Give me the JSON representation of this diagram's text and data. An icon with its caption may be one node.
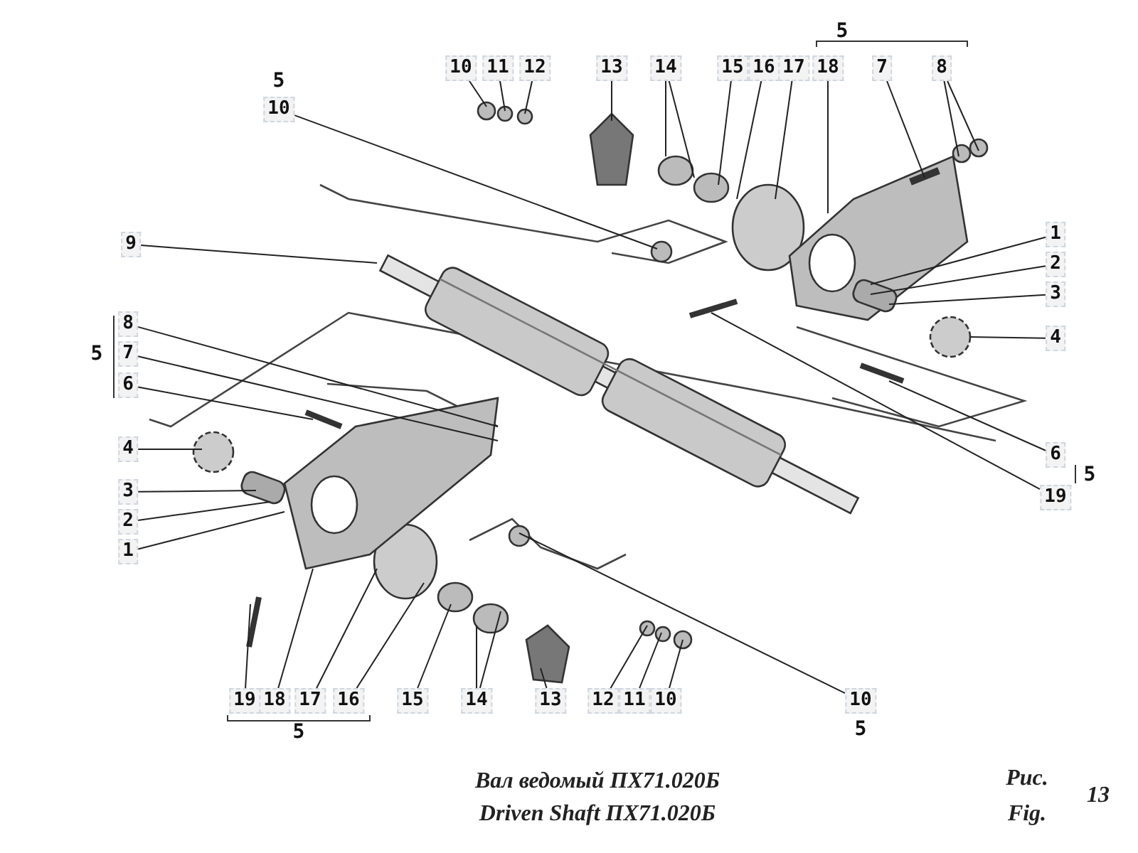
{
  "diagram": {
    "title": "Вал ведомый ПХ71.020Б",
    "caption": "Driven Shaft ПХ71.020Б",
    "nodes": [
      {
        "text": [
          "10"
        ],
        "beside": [
          "5"
        ]
      },
      {
        "text": [
          "10"
        ]
      },
      {
        "text": [
          "11"
        ]
      },
      {
        "text": [
          "12"
        ]
      },
      {
        "text": [
          "13"
        ]
      },
      {
        "text": [
          "14"
        ]
      },
      {
        "text": [
          "15"
        ]
      },
      {
        "text": [
          "16"
        ]
      },
      {
        "text": [
          "17"
        ]
      },
      {
        "text": [
          "18"
        ]
      },
      {
        "text": [
          "7"
        ]
      },
      {
        "text": [
          "8"
        ]
      },
      {
        "text": [
          "9"
        ]
      },
      {
        "text": [
          "1"
        ]
      },
      {
        "text": [
          "2"
        ]
      },
      {
        "text": [
          "3"
        ]
      },
      {
        "text": [
          "4"
        ]
      },
      {
        "text": [
          "8"
        ]
      },
      {
        "text": [
          "7"
        ]
      },
      {
        "text": [
          "6"
        ]
      },
      {
        "text": [
          "4"
        ]
      },
      {
        "text": [
          "3"
        ]
      },
      {
        "text": [
          "2"
        ]
      },
      {
        "text": [
          "1"
        ]
      },
      {
        "text": [
          "6"
        ]
      },
      {
        "text": [
          "19"
        ]
      },
      {
        "text": [
          "19"
        ]
      },
      {
        "text": [
          "18"
        ]
      },
      {
        "text": [
          "17"
        ]
      },
      {
        "text": [
          "16"
        ]
      },
      {
        "text": [
          "15"
        ]
      },
      {
        "text": [
          "14"
        ]
      },
      {
        "text": [
          "13"
        ]
      },
      {
        "text": [
          "12"
        ]
      },
      {
        "text": [
          "11"
        ]
      },
      {
        "text": [
          "10"
        ]
      },
      {
        "text": [
          "10"
        ],
        "beside": [
          "5"
        ]
      }
    ],
    "edges": [
      {
        "from": 0,
        "to": null,
        "arrow": "none"
      },
      {
        "from": 1,
        "to": null,
        "arrow": "none"
      },
      {
        "from": 2,
        "to": null,
        "arrow": "none"
      },
      {
        "from": 3,
        "to": null,
        "arrow": "none"
      },
      {
        "from": 4,
        "to": null,
        "arrow": "none"
      },
      {
        "from": 5,
        "to": null,
        "arrow": "none"
      },
      {
        "from": 5,
        "to": null,
        "arrow": "none"
      },
      {
        "from": 6,
        "to": null,
        "arrow": "none"
      },
      {
        "from": 7,
        "to": null,
        "arrow": "none"
      },
      {
        "from": 8,
        "to": null,
        "arrow": "none"
      },
      {
        "from": 9,
        "to": null,
        "arrow": "none"
      },
      {
        "from": 10,
        "to": null,
        "arrow": "none"
      },
      {
        "from": 11,
        "to": null,
        "arrow": "none"
      },
      {
        "from": 11,
        "to": null,
        "arrow": "none"
      },
      {
        "from": 12,
        "to": null,
        "arrow": "none"
      },
      {
        "from": 13,
        "to": null,
        "arrow": "none"
      },
      {
        "from": 14,
        "to": null,
        "arrow": "none"
      },
      {
        "from": 15,
        "to": null,
        "arrow": "none"
      },
      {
        "from": 16,
        "to": null,
        "arrow": "none"
      },
      {
        "from": 17,
        "to": null,
        "arrow": "none"
      },
      {
        "from": 18,
        "to": null,
        "arrow": "none"
      },
      {
        "from": 19,
        "to": null,
        "arrow": "none"
      },
      {
        "from": 20,
        "to": null,
        "arrow": "none"
      },
      {
        "from": 21,
        "to": null,
        "arrow": "none"
      },
      {
        "from": 22,
        "to": null,
        "arrow": "none"
      },
      {
        "from": 23,
        "to": null,
        "arrow": "none"
      },
      {
        "from": 24,
        "to": null,
        "arrow": "none"
      },
      {
        "from": 25,
        "to": null,
        "arrow": "none"
      },
      {
        "from": 26,
        "to": null,
        "arrow": "none"
      },
      {
        "from": 27,
        "to": null,
        "arrow": "none"
      },
      {
        "from": 28,
        "to": null,
        "arrow": "none"
      },
      {
        "from": 29,
        "to": null,
        "arrow": "none"
      },
      {
        "from": 30,
        "to": null,
        "arrow": "none"
      },
      {
        "from": 31,
        "to": null,
        "arrow": "none"
      },
      {
        "from": 31,
        "to": null,
        "arrow": "none"
      },
      {
        "from": 32,
        "to": null,
        "arrow": "none"
      },
      {
        "from": 33,
        "to": null,
        "arrow": "none"
      },
      {
        "from": 34,
        "to": null,
        "arrow": "none"
      },
      {
        "from": 35,
        "to": null,
        "arrow": "none"
      },
      {
        "from": 36,
        "to": null,
        "arrow": "none"
      }
    ],
    "labels": [
      "5",
      "5",
      "5",
      "5",
      "Рис.",
      "Fig.",
      "13"
    ]
  }
}
